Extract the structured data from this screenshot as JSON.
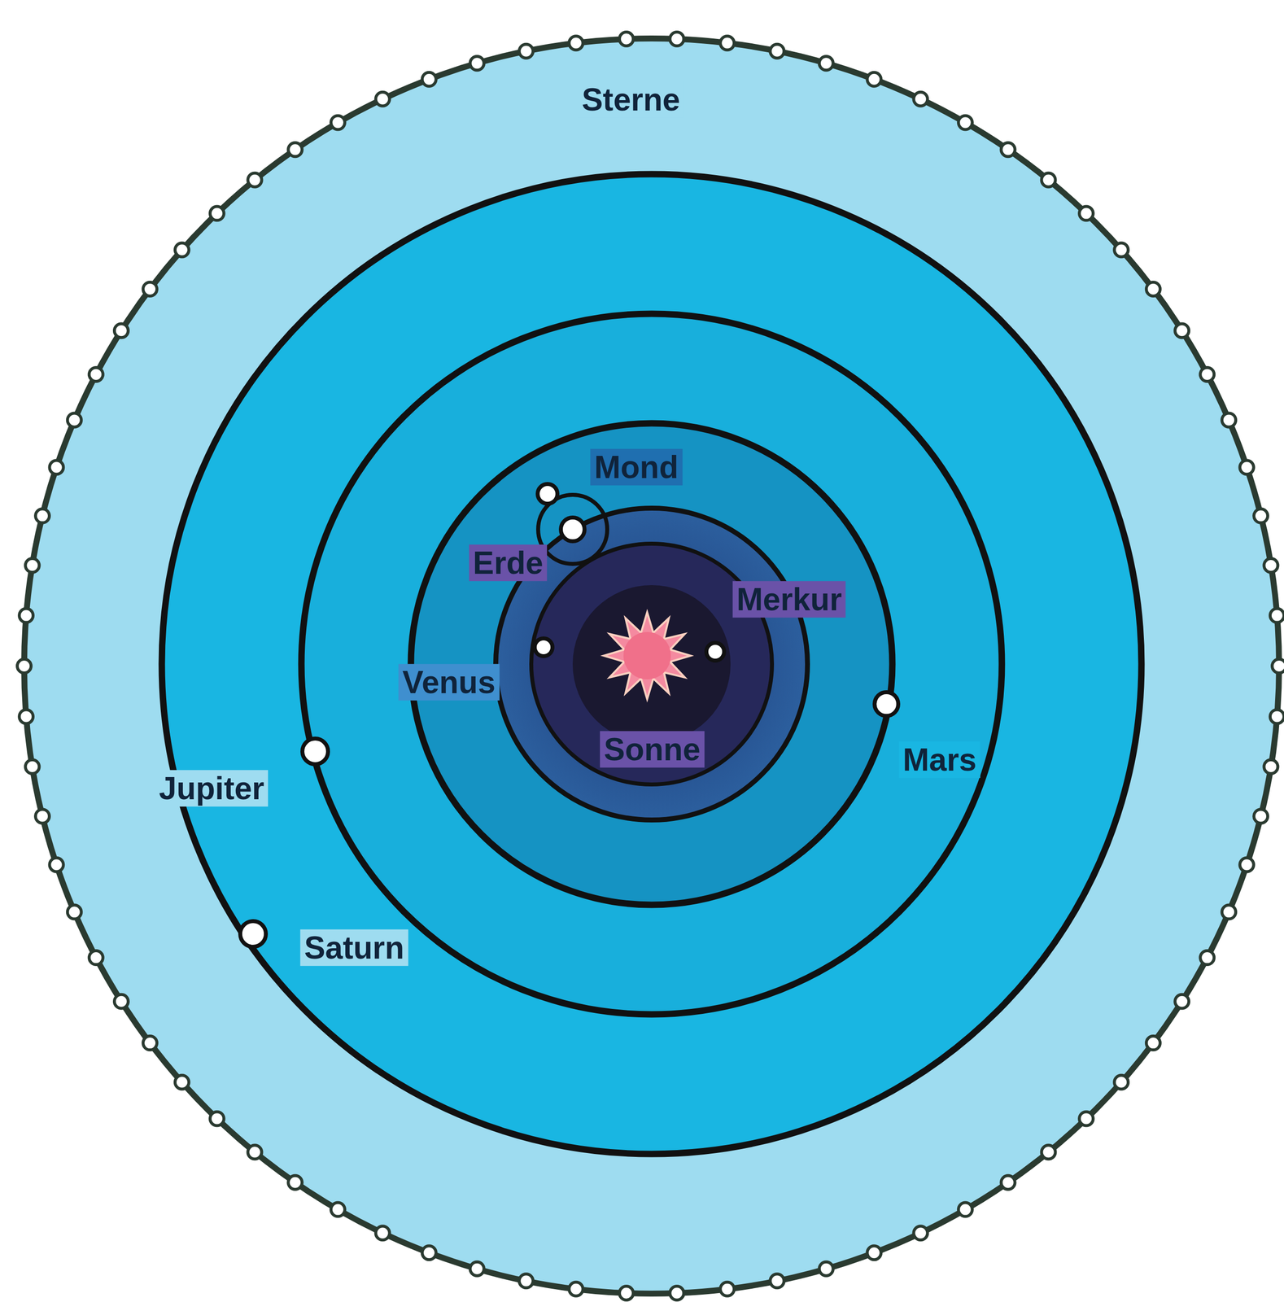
{
  "diagram": {
    "labels": [
      "Sterne",
      "Mond",
      "Erde",
      "Merkur",
      "Venus",
      "Sonne",
      "Mars",
      "Jupiter",
      "Saturn"
    ]
  }
}
